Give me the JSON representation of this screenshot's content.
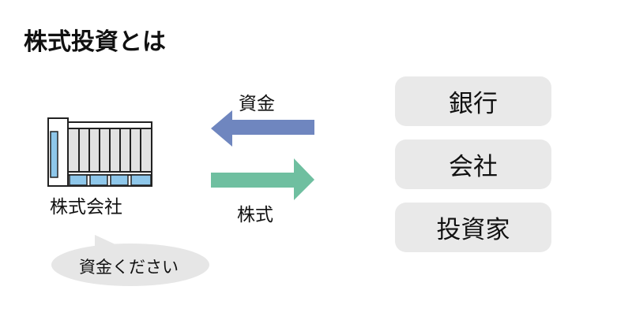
{
  "title": "株式投資とは",
  "company": {
    "label": "株式会社",
    "speech": "資金ください"
  },
  "arrows": {
    "money": {
      "label": "資金",
      "color": "#6f86bf"
    },
    "stock": {
      "label": "株式",
      "color": "#6fbfa0"
    }
  },
  "investors": [
    {
      "label": "銀行"
    },
    {
      "label": "会社"
    },
    {
      "label": "投資家"
    }
  ]
}
